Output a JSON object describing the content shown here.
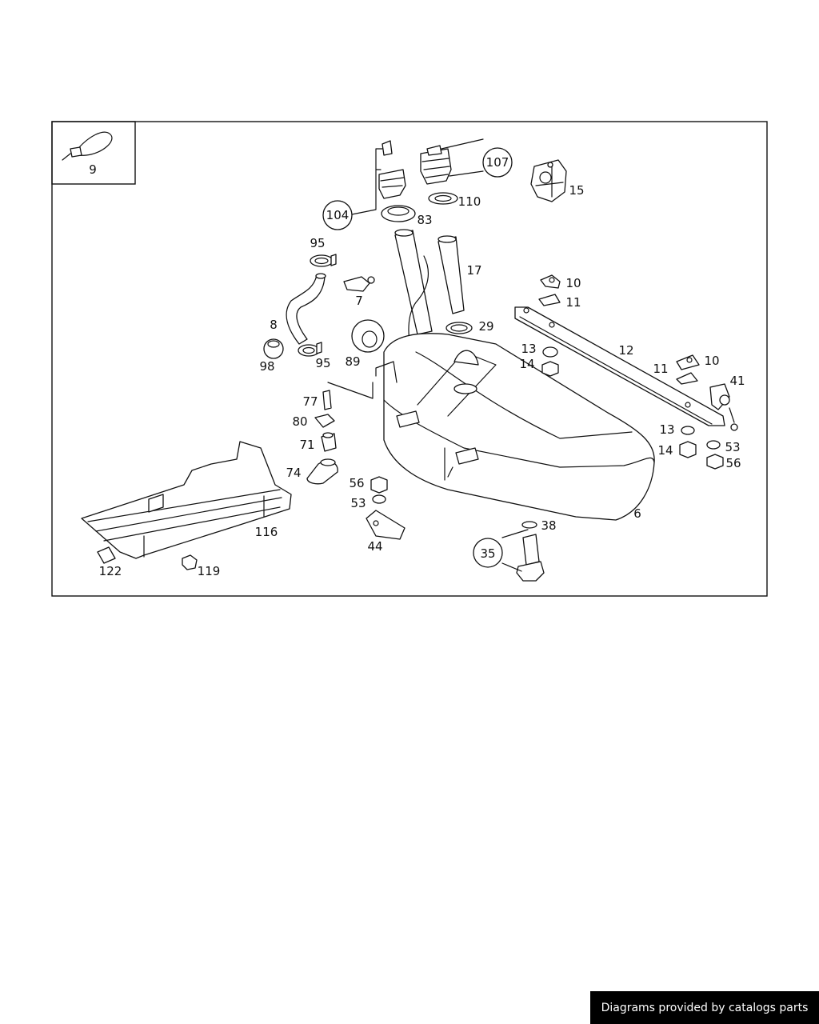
{
  "diagram": {
    "parts": [
      {
        "id": "p9",
        "label": "9"
      },
      {
        "id": "p107",
        "label": "107",
        "circled": true
      },
      {
        "id": "p104",
        "label": "104",
        "circled": true
      },
      {
        "id": "p110",
        "label": "110"
      },
      {
        "id": "p83",
        "label": "83"
      },
      {
        "id": "p15",
        "label": "15"
      },
      {
        "id": "p95a",
        "label": "95"
      },
      {
        "id": "p17",
        "label": "17"
      },
      {
        "id": "p10a",
        "label": "10"
      },
      {
        "id": "p11a",
        "label": "11"
      },
      {
        "id": "p7",
        "label": "7"
      },
      {
        "id": "p8",
        "label": "8"
      },
      {
        "id": "p29",
        "label": "29"
      },
      {
        "id": "p12",
        "label": "12"
      },
      {
        "id": "p13a",
        "label": "13"
      },
      {
        "id": "p14a",
        "label": "14"
      },
      {
        "id": "p98",
        "label": "98"
      },
      {
        "id": "p95b",
        "label": "95"
      },
      {
        "id": "p89",
        "label": "89"
      },
      {
        "id": "p10b",
        "label": "10"
      },
      {
        "id": "p11b",
        "label": "11"
      },
      {
        "id": "p41",
        "label": "41"
      },
      {
        "id": "p77",
        "label": "77"
      },
      {
        "id": "p80",
        "label": "80"
      },
      {
        "id": "p71",
        "label": "71"
      },
      {
        "id": "p13b",
        "label": "13"
      },
      {
        "id": "p14b",
        "label": "14"
      },
      {
        "id": "p53b",
        "label": "53"
      },
      {
        "id": "p56b",
        "label": "56"
      },
      {
        "id": "p74",
        "label": "74"
      },
      {
        "id": "p56a",
        "label": "56"
      },
      {
        "id": "p53a",
        "label": "53"
      },
      {
        "id": "p6",
        "label": "6"
      },
      {
        "id": "p116",
        "label": "116"
      },
      {
        "id": "p38",
        "label": "38"
      },
      {
        "id": "p44",
        "label": "44"
      },
      {
        "id": "p35",
        "label": "35",
        "circled": true
      },
      {
        "id": "p122",
        "label": "122"
      },
      {
        "id": "p119",
        "label": "119"
      }
    ]
  },
  "footer": {
    "text": "Diagrams provided by catalogs parts"
  }
}
